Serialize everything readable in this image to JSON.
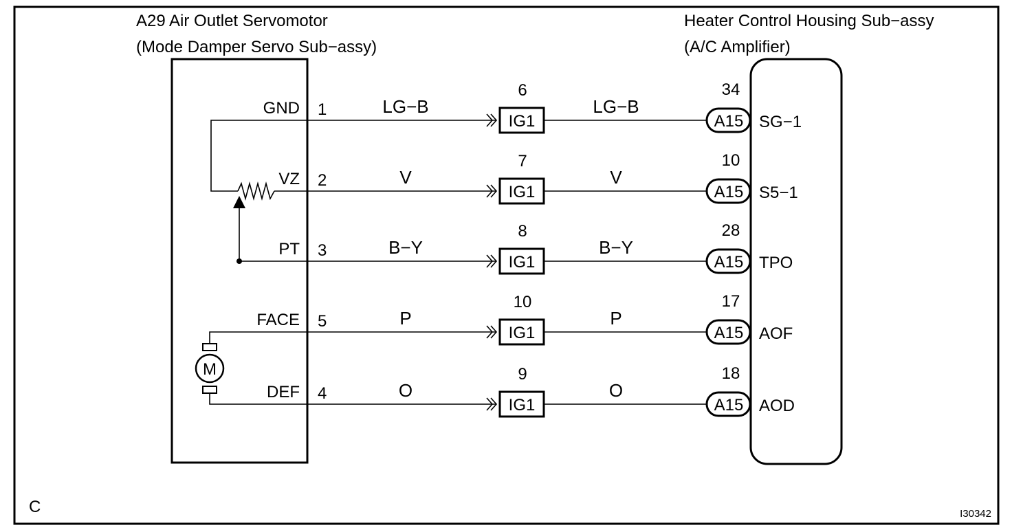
{
  "diagram_data": {
    "left_component": {
      "title_line1": "A29 Air Outlet Servomotor",
      "title_line2": "(Mode Damper Servo Sub−assy)"
    },
    "right_component": {
      "title_line1": "Heater Control Housing Sub−assy",
      "title_line2": "(A/C Amplifier)"
    },
    "circuits": [
      {
        "signal": "GND",
        "pin": "1",
        "wire_left": "LG−B",
        "junction_pin": "6",
        "junction": "IG1",
        "wire_right": "LG−B",
        "amp_pin": "34",
        "connector": "A15",
        "terminal": "SG−1"
      },
      {
        "signal": "VZ",
        "pin": "2",
        "wire_left": "V",
        "junction_pin": "7",
        "junction": "IG1",
        "wire_right": "V",
        "amp_pin": "10",
        "connector": "A15",
        "terminal": "S5−1"
      },
      {
        "signal": "PT",
        "pin": "3",
        "wire_left": "B−Y",
        "junction_pin": "8",
        "junction": "IG1",
        "wire_right": "B−Y",
        "amp_pin": "28",
        "connector": "A15",
        "terminal": "TPO"
      },
      {
        "signal": "FACE",
        "pin": "5",
        "wire_left": "P",
        "junction_pin": "10",
        "junction": "IG1",
        "wire_right": "P",
        "amp_pin": "17",
        "connector": "A15",
        "terminal": "AOF"
      },
      {
        "signal": "DEF",
        "pin": "4",
        "wire_left": "O",
        "junction_pin": "9",
        "junction": "IG1",
        "wire_right": "O",
        "amp_pin": "18",
        "connector": "A15",
        "terminal": "AOD"
      }
    ],
    "motor_label": "M",
    "corner_label": "C",
    "figure_code": "I30342"
  }
}
